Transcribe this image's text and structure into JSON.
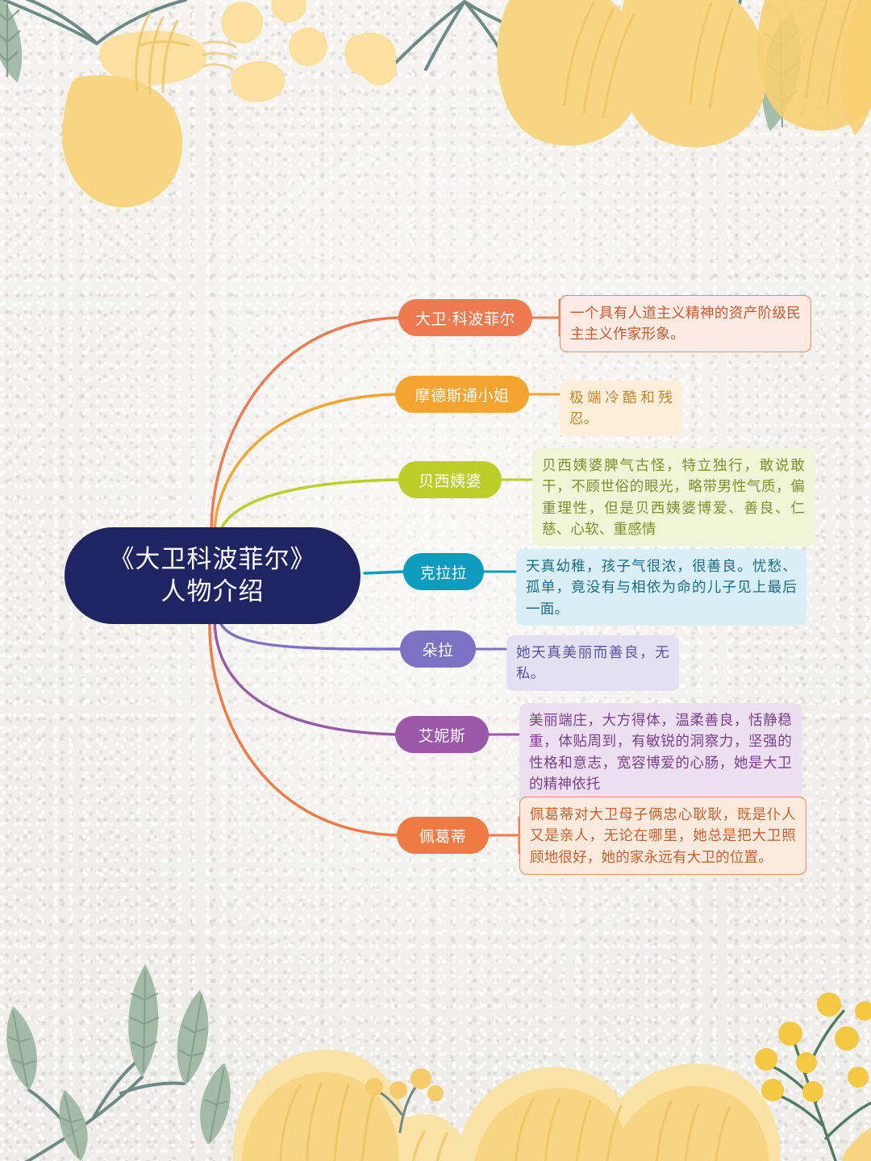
{
  "central": {
    "line1": "《大卫科波菲尔》",
    "line2": "人物介绍",
    "color": "#1f2463"
  },
  "branches": [
    {
      "name": "大卫·科波菲尔",
      "desc": "一个具有人道主义精神的资产阶级民主主义作家形象。",
      "node_color": "#ee7a52",
      "desc_bg": "#fdeae2",
      "desc_border": "#ef8a63",
      "desc_text": "#c25c34",
      "bordered": true
    },
    {
      "name": "摩德斯通小姐",
      "desc": "极端冷酷和残忍。",
      "node_color": "#f5a430",
      "desc_bg": "#fdefd9",
      "desc_border": "none",
      "desc_text": "#c8842a",
      "bordered": false
    },
    {
      "name": "贝西姨婆",
      "desc": "贝西姨婆脾气古怪，特立独行，敢说敢干，不顾世俗的眼光，略带男性气质，偏重理性，但是贝西姨婆博爱、善良、仁慈、心软、重感情",
      "node_color": "#bdce2a",
      "desc_bg": "#f0f5d8",
      "desc_border": "none",
      "desc_text": "#7f8f2c",
      "bordered": false
    },
    {
      "name": "克拉拉",
      "desc": "天真幼稚，孩子气很浓，很善良。忧愁、孤单，竟没有与相依为命的儿子见上最后一面。",
      "node_color": "#0d9bbf",
      "desc_bg": "#d9eef5",
      "desc_border": "none",
      "desc_text": "#1b6e86",
      "bordered": false
    },
    {
      "name": "朵拉",
      "desc": "她天真美丽而善良，无私。",
      "node_color": "#7b72c4",
      "desc_bg": "#e3e0f2",
      "desc_border": "none",
      "desc_text": "#5a52a0",
      "bordered": false
    },
    {
      "name": "艾妮斯",
      "desc": "美丽端庄，大方得体，温柔善良，恬静稳重，体贴周到，有敏锐的洞察力，坚强的性格和意志，宽容博爱的心肠，她是大卫的精神依托",
      "node_color": "#9b58a8",
      "desc_bg": "#ece0f0",
      "desc_border": "none",
      "desc_text": "#7c3f8c",
      "bordered": false
    },
    {
      "name": "佩葛蒂",
      "desc": "佩葛蒂对大卫母子俩忠心耿耿，既是仆人又是亲人，无论在哪里，她总是把大卫照顾地很好，她的家永远有大卫的位置。",
      "node_color": "#f07a43",
      "desc_bg": "#fdeade",
      "desc_border": "#ef8a5e",
      "desc_text": "#c4612f",
      "bordered": true
    }
  ],
  "decoration": {
    "petal_color": "#f8d582",
    "petal_color_light": "#fbe3a8",
    "leaf_color": "#9fb8a4",
    "leaf_color_dark": "#7f9b88",
    "stem_color": "#6d8b86",
    "background": "#f2f1ee"
  }
}
